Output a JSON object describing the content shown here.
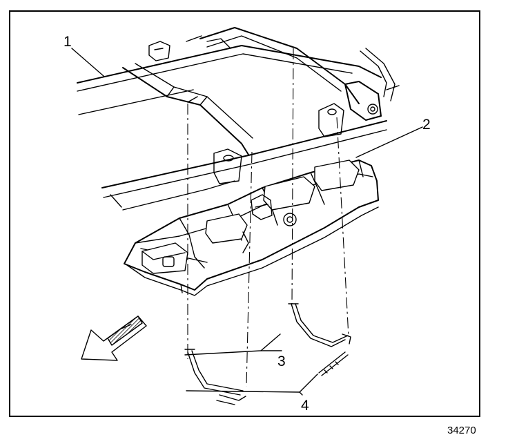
{
  "callouts": {
    "c1": "1",
    "c2": "2",
    "c3": "3",
    "c4": "4"
  },
  "figure_number": "34270",
  "parts": [
    "frame",
    "fuel-tank",
    "strap",
    "bolt"
  ]
}
